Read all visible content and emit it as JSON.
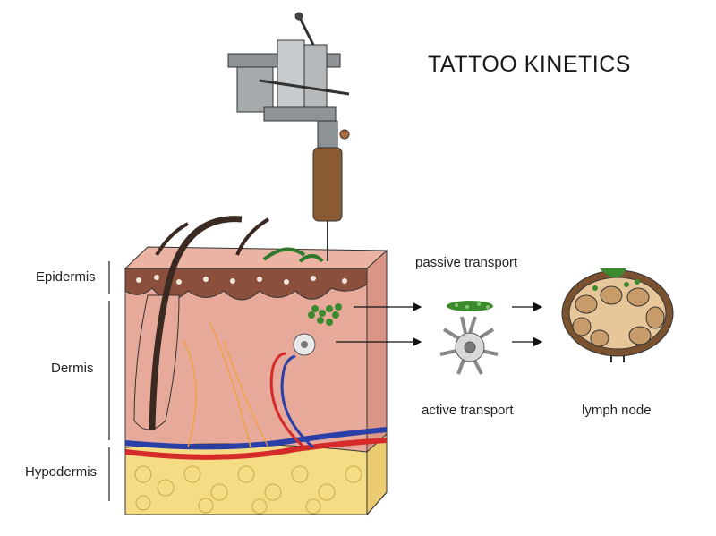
{
  "title": "TATTOO KINETICS",
  "layers": {
    "epidermis": "Epidermis",
    "dermis": "Dermis",
    "hypodermis": "Hypodermis"
  },
  "transport": {
    "passive": "passive transport",
    "active": "active transport",
    "lymph_node": "lymph node"
  },
  "colors": {
    "skin": "#e7a99a",
    "epidermis": "#8a4f3d",
    "fat": "#f5dc84",
    "artery": "#d42a2a",
    "vein": "#2a3fa8",
    "ink": "#3c8a2e",
    "node": "#c89b6a"
  }
}
